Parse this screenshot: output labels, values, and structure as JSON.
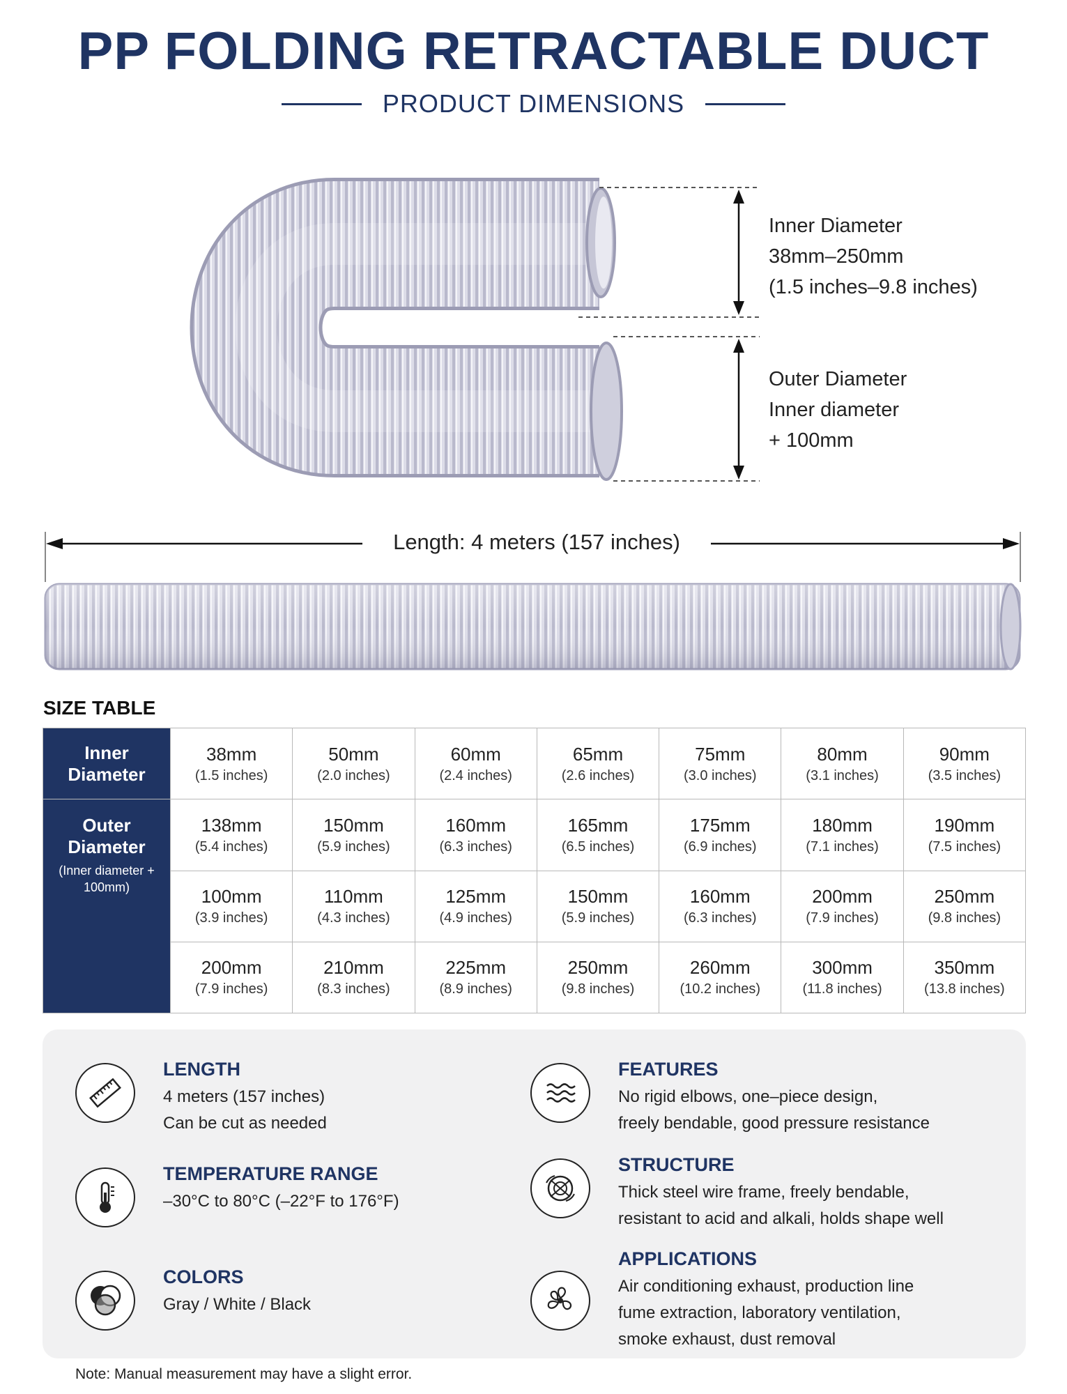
{
  "header": {
    "title": "PP FOLDING RETRACTABLE DUCT",
    "subtitle": "PRODUCT DIMENSIONS"
  },
  "dimensions": {
    "inner": [
      "Inner Diameter",
      "38mm–250mm",
      "(1.5 inches–9.8 inches)"
    ],
    "outer": [
      "Outer Diameter",
      "Inner diameter",
      "+ 100mm"
    ],
    "length": "Length:  4 meters (157 inches)"
  },
  "size_table": {
    "title": "SIZE TABLE",
    "inner_header": "Inner Diameter",
    "outer_header": "Outer Diameter",
    "outer_note": "(Inner diameter + 100mm)",
    "rows": [
      [
        [
          "38mm",
          "(1.5 inches)"
        ],
        [
          "50mm",
          "(2.0 inches)"
        ],
        [
          "60mm",
          "(2.4 inches)"
        ],
        [
          "65mm",
          "(2.6 inches)"
        ],
        [
          "75mm",
          "(3.0 inches)"
        ],
        [
          "80mm",
          "(3.1 inches)"
        ],
        [
          "90mm",
          "(3.5 inches)"
        ]
      ],
      [
        [
          "138mm",
          "(5.4 inches)"
        ],
        [
          "150mm",
          "(5.9 inches)"
        ],
        [
          "160mm",
          "(6.3 inches)"
        ],
        [
          "165mm",
          "(6.5 inches)"
        ],
        [
          "175mm",
          "(6.9 inches)"
        ],
        [
          "180mm",
          "(7.1 inches)"
        ],
        [
          "190mm",
          "(7.5 inches)"
        ]
      ],
      [
        [
          "100mm",
          "(3.9 inches)"
        ],
        [
          "110mm",
          "(4.3 inches)"
        ],
        [
          "125mm",
          "(4.9 inches)"
        ],
        [
          "150mm",
          "(5.9 inches)"
        ],
        [
          "160mm",
          "(6.3 inches)"
        ],
        [
          "200mm",
          "(7.9 inches)"
        ],
        [
          "250mm",
          "(9.8 inches)"
        ]
      ],
      [
        [
          "200mm",
          "(7.9 inches)"
        ],
        [
          "210mm",
          "(8.3 inches)"
        ],
        [
          "225mm",
          "(8.9 inches)"
        ],
        [
          "250mm",
          "(9.8 inches)"
        ],
        [
          "260mm",
          "(10.2 inches)"
        ],
        [
          "300mm",
          "(11.8 inches)"
        ],
        [
          "350mm",
          "(13.8 inches)"
        ]
      ]
    ]
  },
  "features": {
    "length": {
      "icon": "ruler-icon",
      "title": "LENGTH",
      "lines": [
        "4 meters (157 inches)",
        "Can be cut as needed"
      ]
    },
    "temperature": {
      "icon": "thermometer-icon",
      "title": "TEMPERATURE RANGE",
      "lines": [
        "–30°C to 80°C (–22°F to 176°F)"
      ]
    },
    "colors": {
      "icon": "color-circles-icon",
      "title": "COLORS",
      "lines": [
        "Gray / White / Black"
      ]
    },
    "features": {
      "icon": "waves-icon",
      "title": "FEATURES",
      "lines": [
        "No rigid elbows, one–piece design,",
        "freely bendable, good pressure resistance"
      ]
    },
    "structure": {
      "icon": "wire-frame-icon",
      "title": "STRUCTURE",
      "lines": [
        "Thick steel wire frame, freely bendable,",
        "resistant to acid and alkali, holds shape well"
      ]
    },
    "applications": {
      "icon": "fan-icon",
      "title": "APPLICATIONS",
      "lines": [
        "Air conditioning exhaust, production line",
        "fume extraction, laboratory ventilation,",
        "smoke exhaust, dust removal"
      ]
    }
  },
  "footnote": "Note: Manual measurement may have a slight error.",
  "colors": {
    "brand_navy": "#1f3463",
    "duct_gray": "#d8d8e4",
    "panel_bg": "#f1f1f2"
  }
}
